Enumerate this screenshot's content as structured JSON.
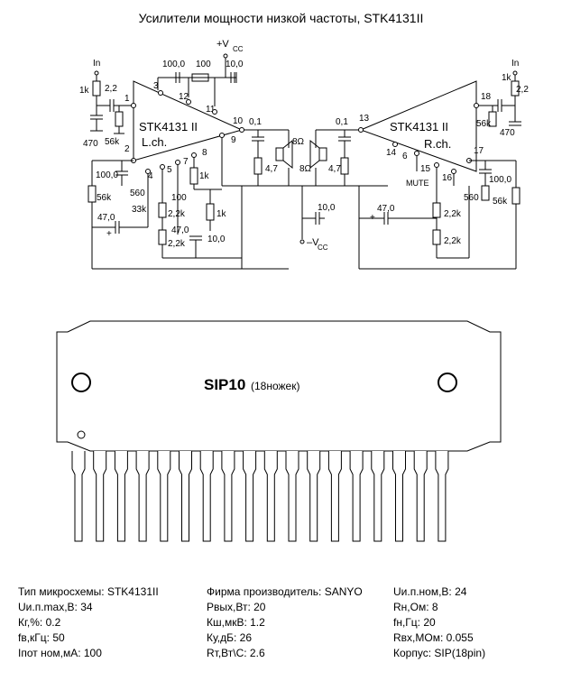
{
  "title": "Усилители мощности низкой частоты, STK4131II",
  "schematic": {
    "vcc_plus": "+V",
    "vcc_minus": "–V",
    "vcc_sub": "CC",
    "input": "In",
    "mute": "MUTE",
    "left": {
      "chip": "STK4131  II",
      "channel": "L.ch."
    },
    "right": {
      "chip": "STK4131  II",
      "channel": "R.ch."
    },
    "values": {
      "c_100_0": "100,0",
      "c_10_0": "10,0",
      "r_100": "100",
      "r_1k": "1k",
      "c_2_2": "2,2",
      "c_470": "470",
      "r_56k": "56k",
      "r_560": "560",
      "r_33k": "33k",
      "r_2_2k": "2,2k",
      "c_47_0": "47,0",
      "c_0_1": "0,1",
      "r_4_7": "4,7",
      "spk_8": "8Ω"
    },
    "pins": [
      "1",
      "2",
      "3",
      "4",
      "5",
      "6",
      "7",
      "8",
      "9",
      "10",
      "11",
      "12",
      "13",
      "14",
      "15",
      "16",
      "17",
      "18"
    ]
  },
  "package": {
    "name": "SIP10",
    "note": "(18ножек)",
    "pin_count": 18
  },
  "specs": {
    "col1": [
      "Тип микросхемы: STK4131II",
      "Uи.п.max,В: 34",
      "Кг,%: 0.2",
      "fв,кГц: 50",
      "Iпот ном,мА: 100"
    ],
    "col2": [
      "Фирма производитель: SANYO",
      "Pвых,Вт: 20",
      "Кш,мкВ: 1.2",
      "Ку,дБ: 26",
      "Rт,Вт\\С: 2.6"
    ],
    "col3": [
      "Uи.п.ном,В: 24",
      "Rн,Ом: 8",
      "fн,Гц: 20",
      "Rвх,МОм: 0.055",
      "Корпус: SIP(18pin)"
    ]
  }
}
